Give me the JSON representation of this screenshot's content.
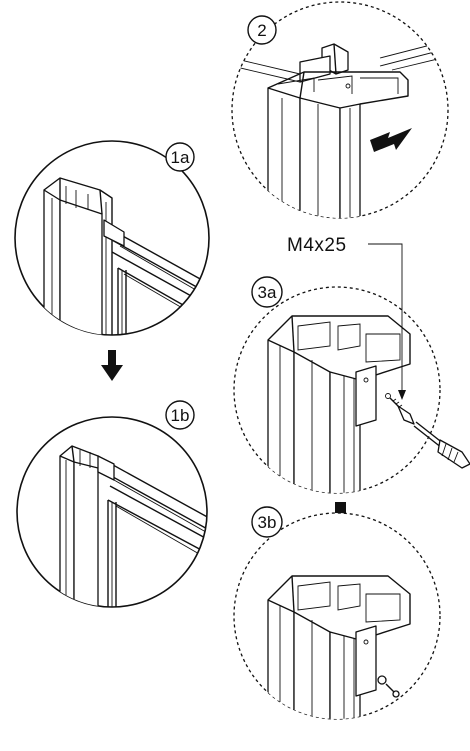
{
  "steps": {
    "s1a": "1a",
    "s1b": "1b",
    "s2": "2",
    "s3a": "3a",
    "s3b": "3b"
  },
  "screw_label": "M4x25",
  "icons": {
    "down_arrow": "down-arrow-icon",
    "slide_arrow": "slide-arrow-icon",
    "screwdriver": "screwdriver-icon",
    "screw": "screw-icon"
  }
}
